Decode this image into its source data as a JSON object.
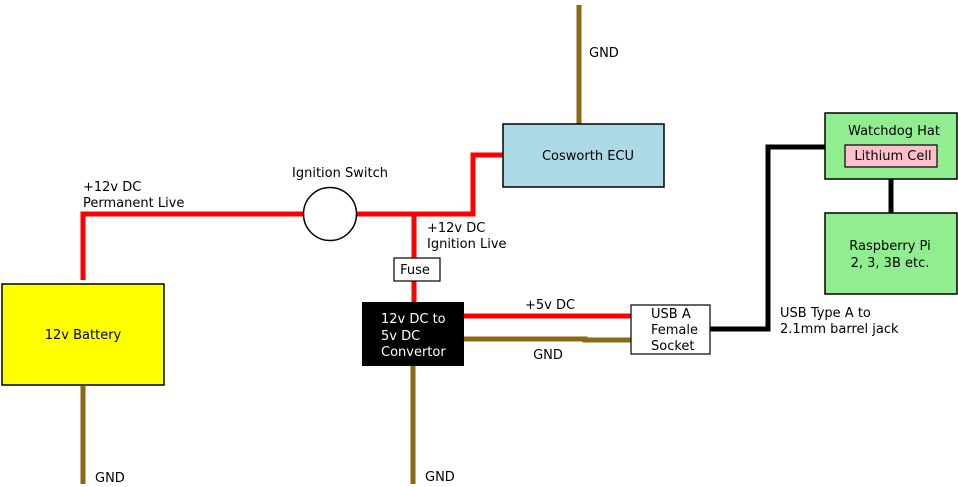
{
  "colors": {
    "live_wire": "#ff0000",
    "gnd_wire": "#8b6914",
    "usb_wire": "#000000",
    "battery_fill": "#ffff00",
    "ecu_fill": "#add8e6",
    "pi_fill": "#90ee90",
    "cell_fill": "#ffc0cb",
    "convertor_fill": "#000000"
  },
  "components": {
    "battery": "12v Battery",
    "ignition_switch": "Ignition Switch",
    "ecu": "Cosworth ECU",
    "fuse": "Fuse",
    "convertor": [
      "12v DC to",
      "5v DC",
      "Convertor"
    ],
    "usb_socket": [
      "USB A",
      "Female",
      "Socket"
    ],
    "watchdog_hat": "Watchdog Hat",
    "lithium_cell": "Lithium Cell",
    "raspberry_pi": [
      "Raspberry Pi",
      "2, 3, 3B etc."
    ]
  },
  "labels": {
    "permanent_live": [
      "+12v DC",
      "Permanent Live"
    ],
    "ignition_live": [
      "+12v DC",
      "Ignition Live"
    ],
    "five_v": "+5v DC",
    "gnd": "GND",
    "usb_cable": [
      "USB Type A to",
      "2.1mm barrel jack"
    ]
  }
}
